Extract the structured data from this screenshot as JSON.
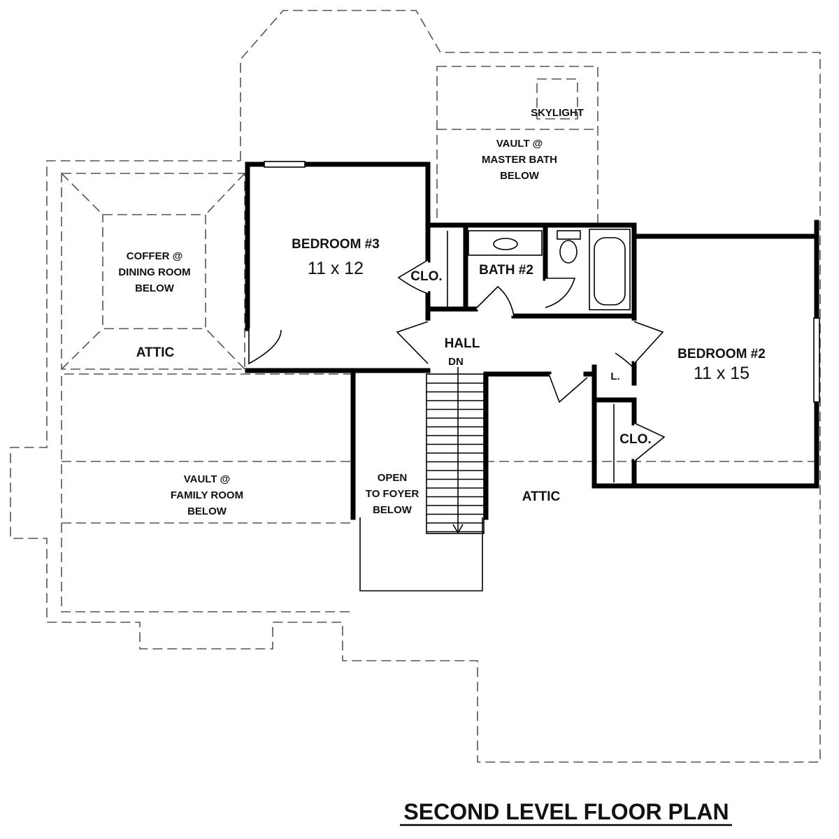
{
  "title": "SECOND LEVEL FLOOR PLAN",
  "rooms": {
    "bedroom3": {
      "name": "BEDROOM #3",
      "size": "11 x 12"
    },
    "bedroom2": {
      "name": "BEDROOM #2",
      "size": "11 x 15"
    },
    "bath2": "BATH #2",
    "closet": "CLO.",
    "linen": "L.",
    "hall": "HALL",
    "stair_dn": "DN"
  },
  "notes": {
    "skylight": "SKYLIGHT",
    "vault_master_bath": [
      "VAULT @",
      "MASTER BATH",
      "BELOW"
    ],
    "coffer_dining": [
      "COFFER @",
      "DINING ROOM",
      "BELOW"
    ],
    "vault_family": [
      "VAULT @",
      "FAMILY ROOM",
      "BELOW"
    ],
    "open_foyer": [
      "OPEN",
      "TO FOYER",
      "BELOW"
    ],
    "attic": "ATTIC"
  }
}
